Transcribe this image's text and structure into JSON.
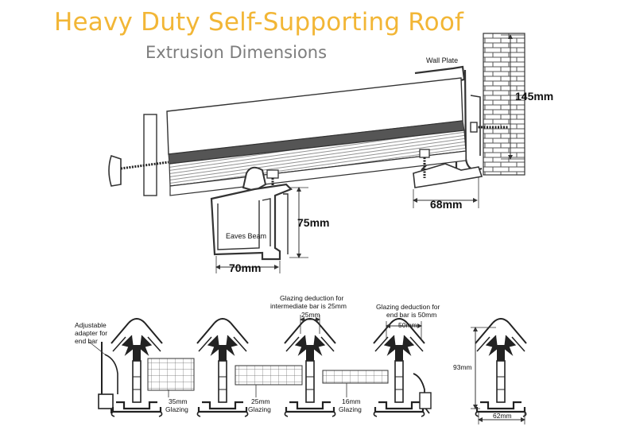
{
  "header": {
    "title": "Heavy Duty Self-Supporting Roof",
    "subtitle": "Extrusion Dimensions"
  },
  "top_diagram": {
    "wall_plate": "Wall Plate",
    "height_145": "145mm",
    "width_68": "68mm",
    "height_75": "75mm",
    "eaves_beam": "Eaves Beam",
    "width_70": "70mm"
  },
  "bottom_diagram": {
    "adapter_line1": "Adjustable",
    "adapter_line2": "adapter for",
    "adapter_line3": "end bar",
    "glazing35_value": "35mm",
    "glazing35_word": "Glazing",
    "glazing25_value": "25mm",
    "glazing25_word": "Glazing",
    "glazing16_value": "16mm",
    "glazing16_word": "Glazing",
    "deduction_intermediate_line1": "Glazing deduction for",
    "deduction_intermediate_line2": "intermediate bar is 25mm",
    "dim_25": "25mm",
    "deduction_end_line1": "Glazing deduction for",
    "deduction_end_line2": "end bar is 50mm",
    "dim_50": "50mm",
    "dim_93": "93mm",
    "dim_62": "62mm"
  },
  "colors": {
    "title": "#f2b636",
    "subtitle": "#7d7d7d",
    "line": "#333333"
  }
}
